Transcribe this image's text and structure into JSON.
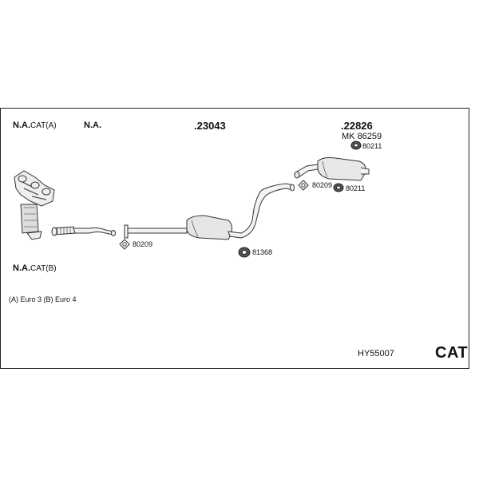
{
  "header": {
    "col1_main": "N.A.",
    "col1_sub": "CAT(A)",
    "col2": "N.A.",
    "part_main": ".23043",
    "part_rear": ".22826",
    "mk_label": "MK",
    "mk_number": "86259"
  },
  "left_bottom": {
    "main": "N.A.",
    "sub": "CAT(B)"
  },
  "parts": {
    "gasket_front": "80209",
    "mount_front": "81368",
    "gasket_rear": "80209",
    "mount_rear_a": "80211",
    "mount_rear_b": "80211"
  },
  "legend_note": "(A) Euro 3 (B) Euro 4",
  "footer": {
    "code": "HY55007",
    "category": "CAT"
  }
}
